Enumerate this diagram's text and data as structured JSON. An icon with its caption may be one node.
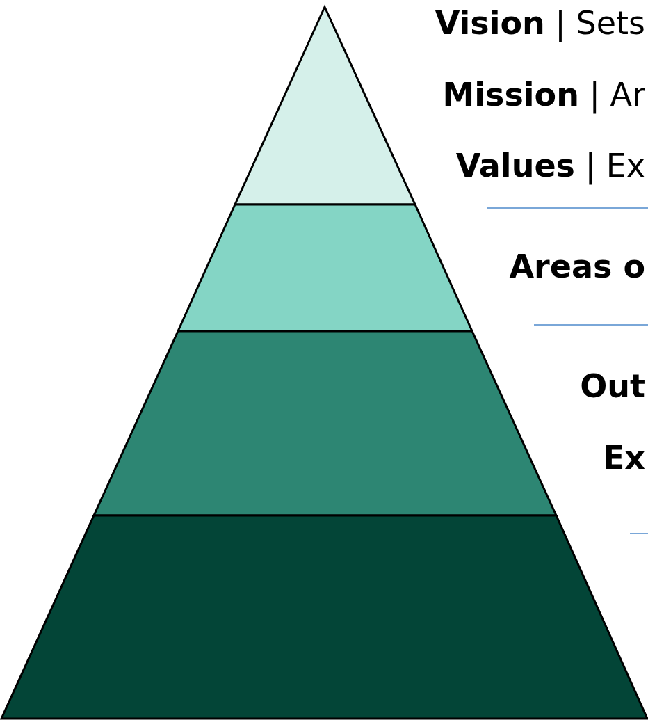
{
  "diagram": {
    "nodes": [
      {
        "text": [],
        "shape": "triangle"
      },
      {
        "text": [],
        "shape": "trapezoid"
      },
      {
        "text": [],
        "shape": "trapezoid"
      },
      {
        "text": [],
        "shape": "trapezoid"
      }
    ],
    "labels": [
      "**Vision** | Sets",
      "**Mission** | Ar",
      "**Values** | Ex",
      "Areas o",
      "Out",
      "Ex"
    ]
  }
}
